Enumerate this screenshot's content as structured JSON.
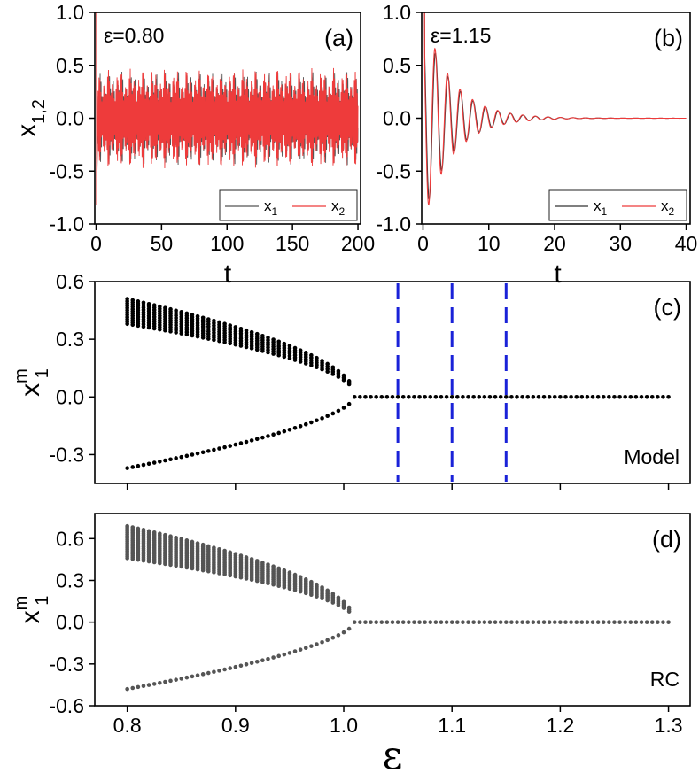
{
  "chart_data": [
    {
      "panel": "(a)",
      "type": "line",
      "annotation": "ε=0.80",
      "xlabel": "t",
      "ylabel": "x",
      "ylabel_sub": "1,2",
      "xlim": [
        -1,
        202
      ],
      "ylim": [
        -1.0,
        1.0
      ],
      "xticks": [
        0,
        50,
        100,
        150,
        200
      ],
      "yticks": [
        -1.0,
        -0.5,
        0.0,
        0.5,
        1.0
      ],
      "ytick_labels": [
        "-1.0",
        "-0.5",
        "0.0",
        "0.5",
        "1.0"
      ],
      "legend_position": "bottom-right",
      "series": [
        {
          "name": "x1",
          "label": "x",
          "sub": "1",
          "color": "#555555",
          "behavior": "sustained oscillation",
          "amplitude": 0.45,
          "t_end": 200,
          "initial_peak": 1.0,
          "initial_trough": -0.85
        },
        {
          "name": "x2",
          "label": "x",
          "sub": "2",
          "color": "#ee3b3b",
          "behavior": "sustained oscillation",
          "amplitude": 0.48,
          "t_end": 200,
          "initial_peak": 1.0,
          "initial_trough": -0.85
        }
      ]
    },
    {
      "panel": "(b)",
      "type": "line",
      "annotation": "ε=1.15",
      "xlabel": "t",
      "xlim": [
        -0.2,
        40.6
      ],
      "ylim": [
        -1.0,
        1.0
      ],
      "xticks": [
        0,
        10,
        20,
        30,
        40
      ],
      "yticks": [
        -1.0,
        -0.5,
        0.0,
        0.5,
        1.0
      ],
      "ytick_labels": [
        "-1.0",
        "-0.5",
        "0.0",
        "0.5",
        "1.0"
      ],
      "legend_position": "bottom-right",
      "series": [
        {
          "name": "x1",
          "label": "x",
          "sub": "1",
          "color": "#333333",
          "behavior": "damped oscillation",
          "decay_to": 0.0,
          "t_end": 40
        },
        {
          "name": "x2",
          "label": "x",
          "sub": "2",
          "color": "#ee3b3b",
          "behavior": "damped oscillation",
          "decay_to": 0.0,
          "t_end": 40
        }
      ]
    },
    {
      "panel": "(c)",
      "type": "scatter",
      "label": "Model",
      "ylabel": "x",
      "ylabel_sub": "1",
      "ylabel_sup": "m",
      "xlim": [
        0.77,
        1.32
      ],
      "ylim": [
        -0.45,
        0.6
      ],
      "xticks": [
        0.8,
        0.9,
        1.0,
        1.1,
        1.2,
        1.3
      ],
      "yticks": [
        -0.3,
        0.0,
        0.3,
        0.6
      ],
      "ytick_labels": [
        "-0.3",
        "0.0",
        "0.3",
        "0.6"
      ],
      "point_color": "#000000",
      "vlines": [
        1.05,
        1.1,
        1.15
      ],
      "vline_color": "#1a22d8",
      "bifurcation_point": 1.01,
      "upper_band": {
        "eps_start": 0.8,
        "top_at_start": 0.51,
        "bottom_at_start": 0.38,
        "value_at_bifurcation": 0.02
      },
      "lower_branch": {
        "value_at_start": -0.37,
        "value_at_bifurcation": 0.0
      },
      "after_bifurcation": 0.0
    },
    {
      "panel": "(d)",
      "type": "scatter",
      "label": "RC",
      "ylabel": "x",
      "ylabel_sub": "1",
      "ylabel_sup": "m",
      "xlabel": "ε",
      "xlim": [
        0.77,
        1.32
      ],
      "ylim": [
        -0.6,
        0.78
      ],
      "xticks": [
        0.8,
        0.9,
        1.0,
        1.1,
        1.2,
        1.3
      ],
      "xtick_labels": [
        "0.8",
        "0.9",
        "1.0",
        "1.1",
        "1.2",
        "1.3"
      ],
      "yticks": [
        -0.6,
        -0.3,
        0.0,
        0.3,
        0.6
      ],
      "ytick_labels": [
        "-0.6",
        "-0.3",
        "0.0",
        "0.3",
        "0.6"
      ],
      "point_color": "#555555",
      "bifurcation_point": 1.01,
      "upper_band": {
        "eps_start": 0.8,
        "top_at_start": 0.69,
        "bottom_at_start": 0.46,
        "value_at_bifurcation": 0.02
      },
      "lower_branch": {
        "value_at_start": -0.48,
        "value_at_bifurcation": 0.0
      },
      "after_bifurcation": 0.0
    }
  ]
}
